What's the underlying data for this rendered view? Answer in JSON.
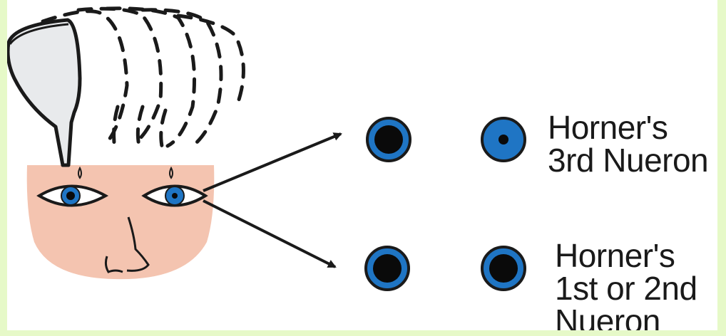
{
  "labels": {
    "top": {
      "line1": "Horner's",
      "line2": "3rd Nueron"
    },
    "bottom": {
      "line1": "Horner's",
      "line2": "1st or 2nd",
      "line3": "Nueron"
    }
  },
  "colors": {
    "face": "#f4c4b0",
    "iris": "#1f75c4",
    "pupil": "#0a0a0a",
    "outline": "#1a1a1a",
    "bottle": "#e8eaec",
    "frame": "#e6f9c8"
  }
}
